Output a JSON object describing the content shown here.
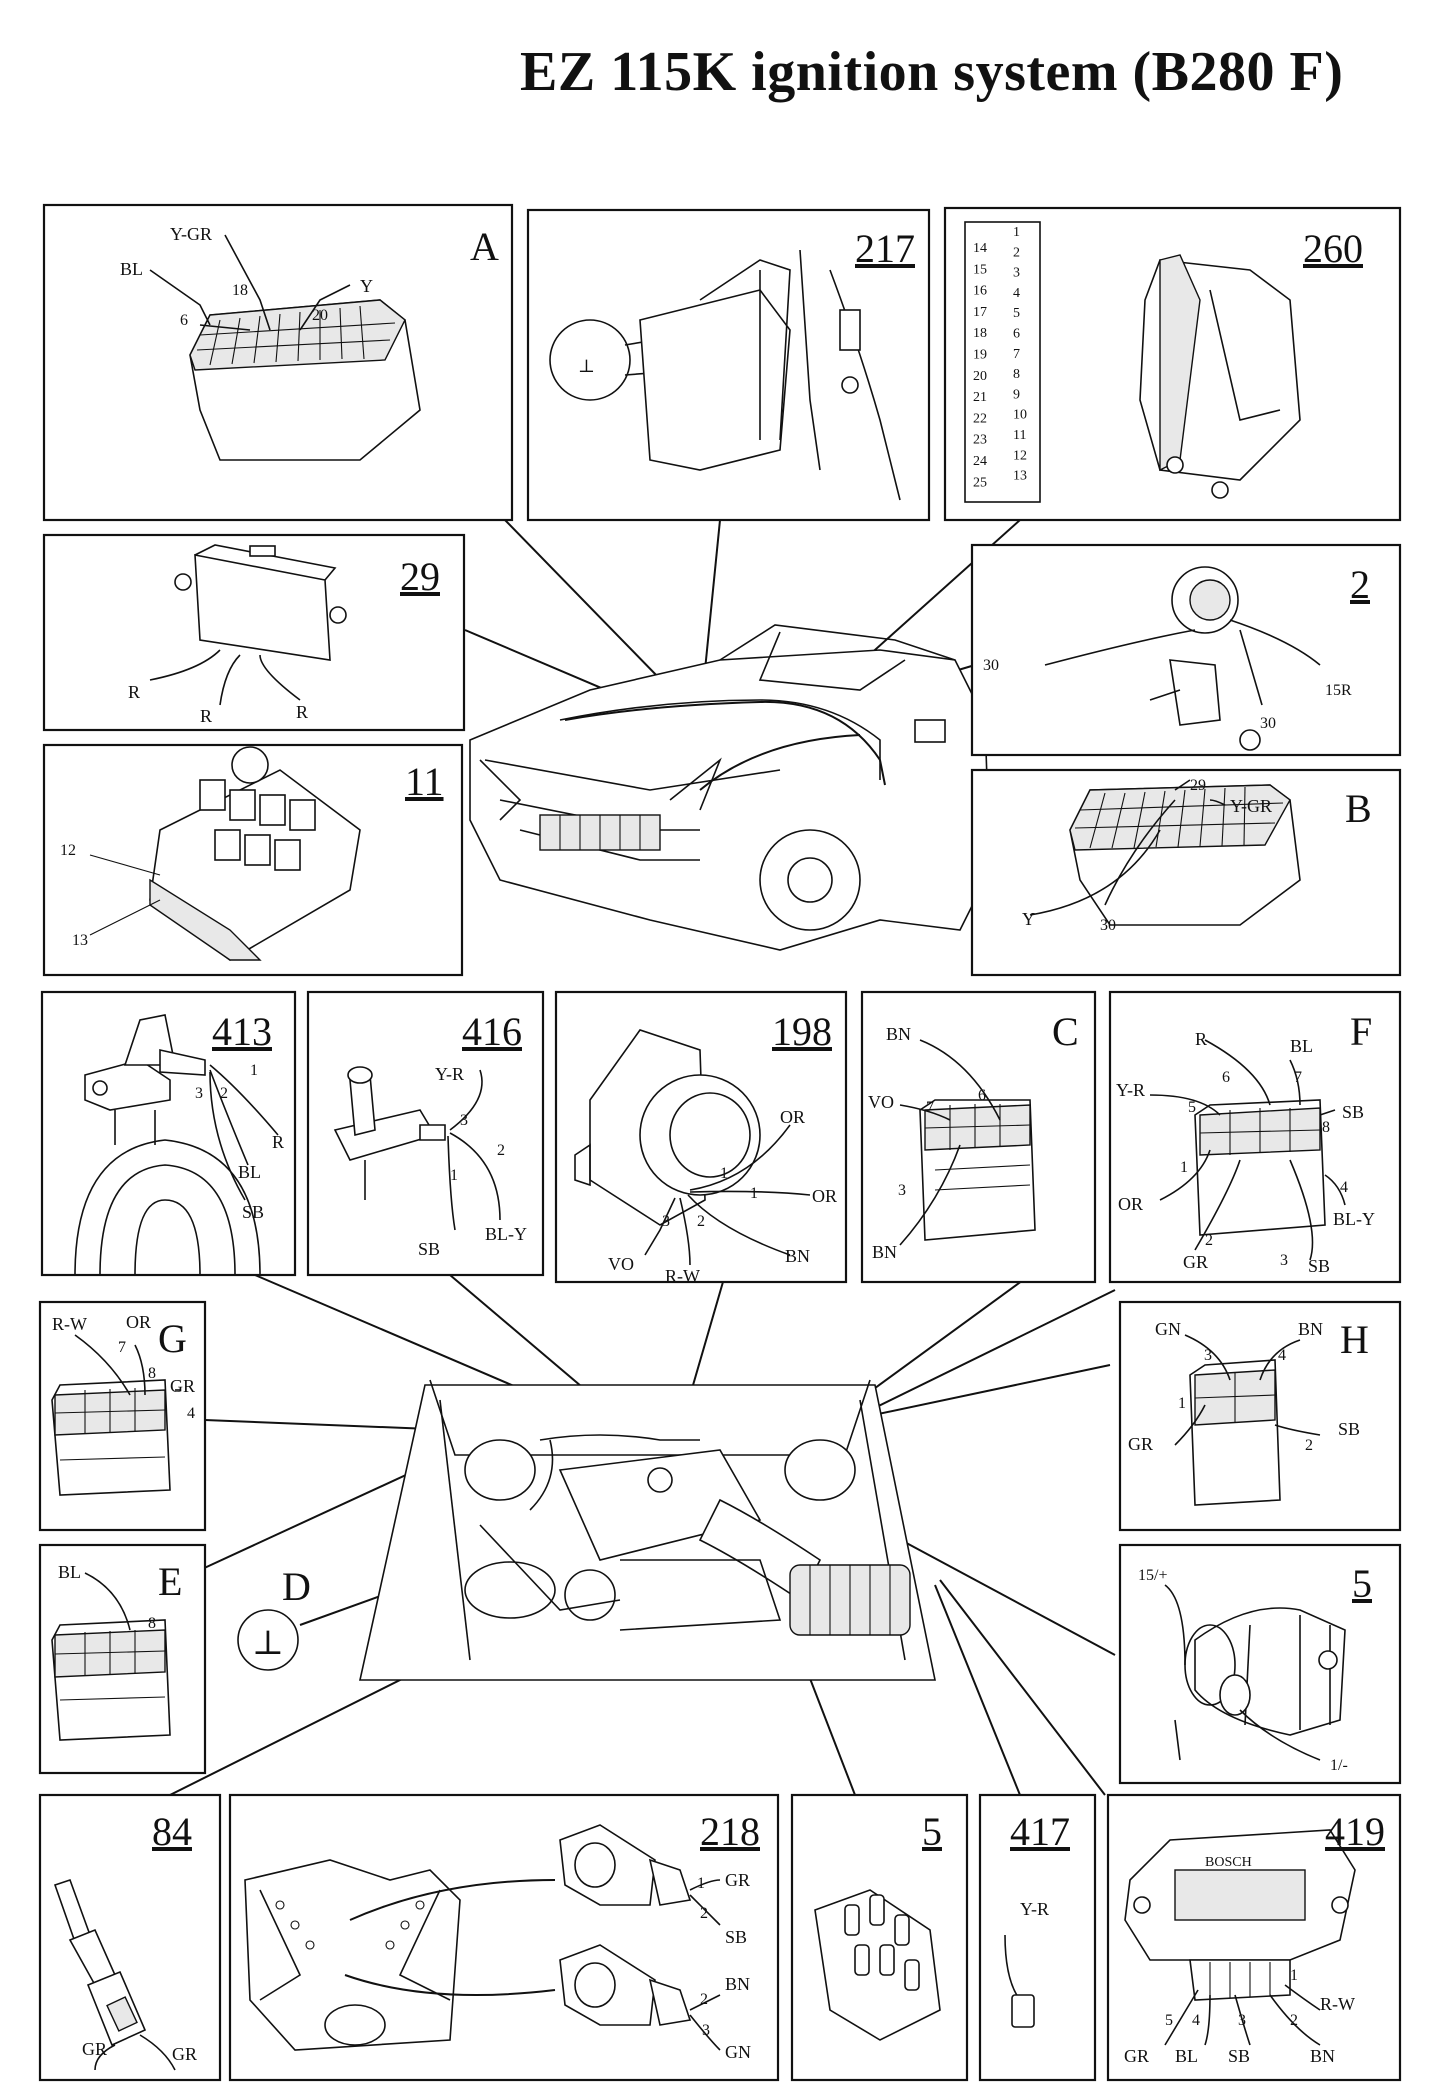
{
  "title": "EZ 115K ignition system (B280 F)",
  "components": {
    "A": {
      "id": "A",
      "labels": [
        "Y-GR",
        "BL",
        "18",
        "6",
        "Y",
        "20"
      ]
    },
    "c217": {
      "id": "217"
    },
    "c260": {
      "id": "260",
      "pins_left": [
        "14",
        "15",
        "16",
        "17",
        "18",
        "19",
        "20",
        "21",
        "22",
        "23",
        "24",
        "25"
      ],
      "pins_right": [
        "1",
        "2",
        "3",
        "4",
        "5",
        "6",
        "7",
        "8",
        "9",
        "10",
        "11",
        "12",
        "13"
      ]
    },
    "c29": {
      "id": "29",
      "labels": [
        "R",
        "R",
        "R"
      ]
    },
    "c2": {
      "id": "2",
      "labels": [
        "30",
        "15R",
        "30"
      ]
    },
    "c11": {
      "id": "11",
      "labels": [
        "12",
        "13"
      ]
    },
    "B": {
      "id": "B",
      "labels": [
        "29",
        "Y-GR",
        "Y",
        "30"
      ]
    },
    "c413": {
      "id": "413",
      "labels": [
        "1",
        "3",
        "2",
        "R",
        "BL",
        "SB"
      ]
    },
    "c416": {
      "id": "416",
      "labels": [
        "Y-R",
        "3",
        "2",
        "1",
        "SB",
        "BL-Y"
      ]
    },
    "c198": {
      "id": "198",
      "labels": [
        "OR",
        "1",
        "1",
        "OR",
        "3",
        "2",
        "VO",
        "R-W",
        "BN"
      ]
    },
    "C": {
      "id": "C",
      "labels": [
        "BN",
        "6",
        "VO",
        "7",
        "3",
        "BN"
      ]
    },
    "F": {
      "id": "F",
      "labels": [
        "R",
        "BL",
        "6",
        "7",
        "Y-R",
        "5",
        "SB",
        "8",
        "1",
        "4",
        "OR",
        "BL-Y",
        "2",
        "3",
        "GR",
        "SB"
      ]
    },
    "G": {
      "id": "G",
      "labels": [
        "R-W",
        "OR",
        "7",
        "8",
        "GR",
        "4"
      ]
    },
    "H": {
      "id": "H",
      "labels": [
        "GN",
        "BN",
        "3",
        "4",
        "1",
        "SB",
        "2",
        "GR"
      ]
    },
    "E": {
      "id": "E",
      "labels": [
        "BL",
        "8"
      ]
    },
    "D": {
      "id": "D",
      "symbol": "⊥"
    },
    "c5a": {
      "id": "5",
      "labels": [
        "15/+",
        "1/-"
      ]
    },
    "c84": {
      "id": "84",
      "labels": [
        "GR",
        "GR"
      ]
    },
    "c218": {
      "id": "218",
      "labels": [
        "1",
        "GR",
        "2",
        "SB",
        "BN",
        "2",
        "3",
        "GN"
      ]
    },
    "c5b": {
      "id": "5"
    },
    "c417": {
      "id": "417",
      "labels": [
        "Y-R"
      ]
    },
    "c419": {
      "id": "419",
      "brand": "BOSCH",
      "labels": [
        "1",
        "R-W",
        "5",
        "4",
        "3",
        "2",
        "GR",
        "BL",
        "SB",
        "BN"
      ]
    }
  },
  "ground_symbol": "⊥"
}
